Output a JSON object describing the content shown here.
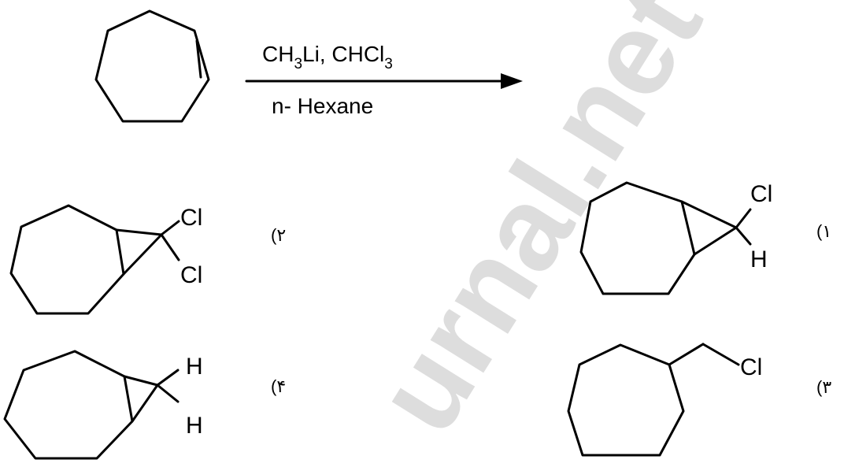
{
  "reaction": {
    "reagent_line": {
      "ch": "CH",
      "ch_sub": "3",
      "li": "Li,  CHCl",
      "cl_sub": "3"
    },
    "solvent": "n- Hexane"
  },
  "options": [
    {
      "number": "(١",
      "atoms": [
        "Cl",
        "H"
      ]
    },
    {
      "number": "(٢",
      "atoms": [
        "Cl",
        "Cl"
      ]
    },
    {
      "number": "(٣",
      "atoms": [
        "Cl"
      ]
    },
    {
      "number": "(۴",
      "atoms": [
        "H",
        "H"
      ]
    }
  ],
  "watermark": "urnal.net",
  "colors": {
    "ink": "#000000",
    "watermark": "#b4b4b4",
    "background": "#ffffff"
  }
}
